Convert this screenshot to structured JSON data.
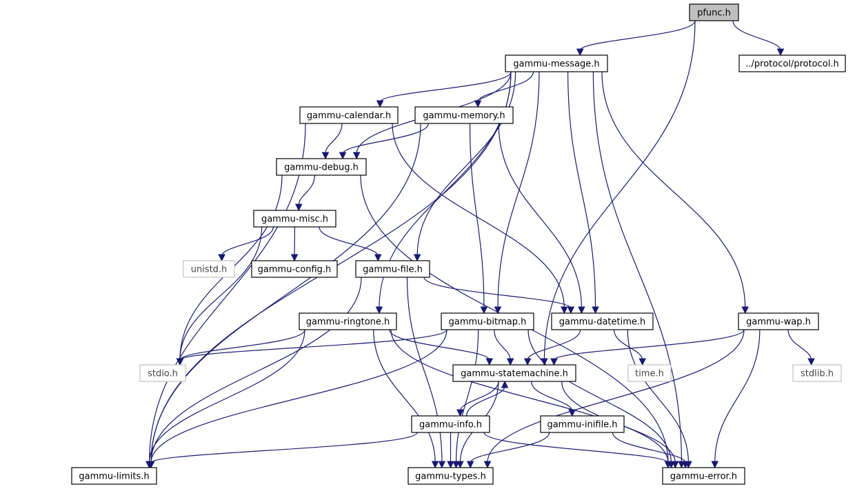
{
  "graph": {
    "title": "pfunc.h",
    "colors": {
      "edge": "#191970",
      "node_border": "#000000",
      "root_fill": "#bfbfbf",
      "system_border": "#c0c0c0"
    },
    "nodes": [
      {
        "id": "pfunc",
        "label": "pfunc.h",
        "kind": "root"
      },
      {
        "id": "message",
        "label": "gammu-message.h",
        "kind": "file"
      },
      {
        "id": "protocol",
        "label": "../protocol/protocol.h",
        "kind": "file"
      },
      {
        "id": "calendar",
        "label": "gammu-calendar.h",
        "kind": "file"
      },
      {
        "id": "memory",
        "label": "gammu-memory.h",
        "kind": "file"
      },
      {
        "id": "debug",
        "label": "gammu-debug.h",
        "kind": "file"
      },
      {
        "id": "misc",
        "label": "gammu-misc.h",
        "kind": "file"
      },
      {
        "id": "unistd",
        "label": "unistd.h",
        "kind": "system"
      },
      {
        "id": "config",
        "label": "gammu-config.h",
        "kind": "file"
      },
      {
        "id": "file",
        "label": "gammu-file.h",
        "kind": "file"
      },
      {
        "id": "ringtone",
        "label": "gammu-ringtone.h",
        "kind": "file"
      },
      {
        "id": "bitmap",
        "label": "gammu-bitmap.h",
        "kind": "file"
      },
      {
        "id": "datetime",
        "label": "gammu-datetime.h",
        "kind": "file"
      },
      {
        "id": "wap",
        "label": "gammu-wap.h",
        "kind": "file"
      },
      {
        "id": "stdio",
        "label": "stdio.h",
        "kind": "system"
      },
      {
        "id": "statemachine",
        "label": "gammu-statemachine.h",
        "kind": "file"
      },
      {
        "id": "time",
        "label": "time.h",
        "kind": "system"
      },
      {
        "id": "stdlib",
        "label": "stdlib.h",
        "kind": "system"
      },
      {
        "id": "info",
        "label": "gammu-info.h",
        "kind": "file"
      },
      {
        "id": "inifile",
        "label": "gammu-inifile.h",
        "kind": "file"
      },
      {
        "id": "limits",
        "label": "gammu-limits.h",
        "kind": "file"
      },
      {
        "id": "types",
        "label": "gammu-types.h",
        "kind": "file"
      },
      {
        "id": "error",
        "label": "gammu-error.h",
        "kind": "file"
      }
    ],
    "edges": [
      [
        "pfunc",
        "message"
      ],
      [
        "pfunc",
        "protocol"
      ],
      [
        "pfunc",
        "statemachine"
      ],
      [
        "message",
        "calendar"
      ],
      [
        "message",
        "memory"
      ],
      [
        "message",
        "debug"
      ],
      [
        "message",
        "file"
      ],
      [
        "message",
        "ringtone"
      ],
      [
        "message",
        "bitmap"
      ],
      [
        "message",
        "datetime"
      ],
      [
        "message",
        "wap"
      ],
      [
        "message",
        "limits"
      ],
      [
        "message",
        "error"
      ],
      [
        "calendar",
        "debug"
      ],
      [
        "calendar",
        "limits"
      ],
      [
        "calendar",
        "datetime"
      ],
      [
        "memory",
        "debug"
      ],
      [
        "memory",
        "limits"
      ],
      [
        "memory",
        "bitmap"
      ],
      [
        "memory",
        "datetime"
      ],
      [
        "debug",
        "misc"
      ],
      [
        "debug",
        "stdio"
      ],
      [
        "debug",
        "error"
      ],
      [
        "misc",
        "unistd"
      ],
      [
        "misc",
        "config"
      ],
      [
        "misc",
        "file"
      ],
      [
        "misc",
        "stdio"
      ],
      [
        "file",
        "datetime"
      ],
      [
        "file",
        "limits"
      ],
      [
        "file",
        "types"
      ],
      [
        "ringtone",
        "stdio"
      ],
      [
        "ringtone",
        "statemachine"
      ],
      [
        "ringtone",
        "limits"
      ],
      [
        "ringtone",
        "types"
      ],
      [
        "ringtone",
        "error"
      ],
      [
        "bitmap",
        "stdio"
      ],
      [
        "bitmap",
        "statemachine"
      ],
      [
        "bitmap",
        "limits"
      ],
      [
        "bitmap",
        "types"
      ],
      [
        "bitmap",
        "error"
      ],
      [
        "datetime",
        "statemachine"
      ],
      [
        "datetime",
        "time"
      ],
      [
        "datetime",
        "error"
      ],
      [
        "wap",
        "statemachine"
      ],
      [
        "wap",
        "stdlib"
      ],
      [
        "wap",
        "types"
      ],
      [
        "wap",
        "error"
      ],
      [
        "statemachine",
        "info"
      ],
      [
        "statemachine",
        "inifile"
      ],
      [
        "statemachine",
        "types"
      ],
      [
        "statemachine",
        "error"
      ],
      [
        "info",
        "statemachine"
      ],
      [
        "info",
        "limits"
      ],
      [
        "info",
        "types"
      ],
      [
        "info",
        "error"
      ],
      [
        "inifile",
        "types"
      ],
      [
        "inifile",
        "error"
      ]
    ]
  }
}
